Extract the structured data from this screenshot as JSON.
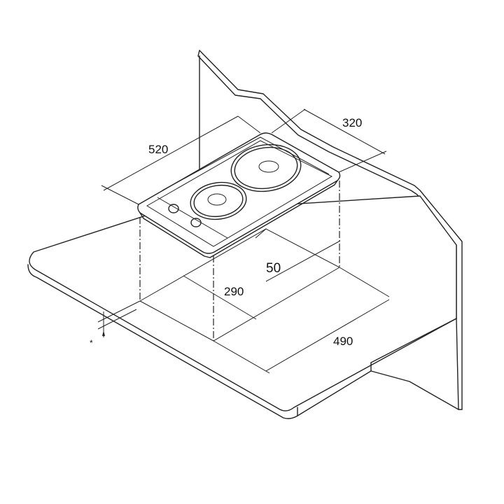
{
  "diagram": {
    "title": "Hob installation dimensions",
    "dimensions": {
      "hob_width": "520",
      "hob_depth": "320",
      "wall_clearance": "50",
      "cutout_depth": "290",
      "cutout_width": "490"
    },
    "worktop_thickness_marker": "*",
    "line_color": "#222222"
  }
}
